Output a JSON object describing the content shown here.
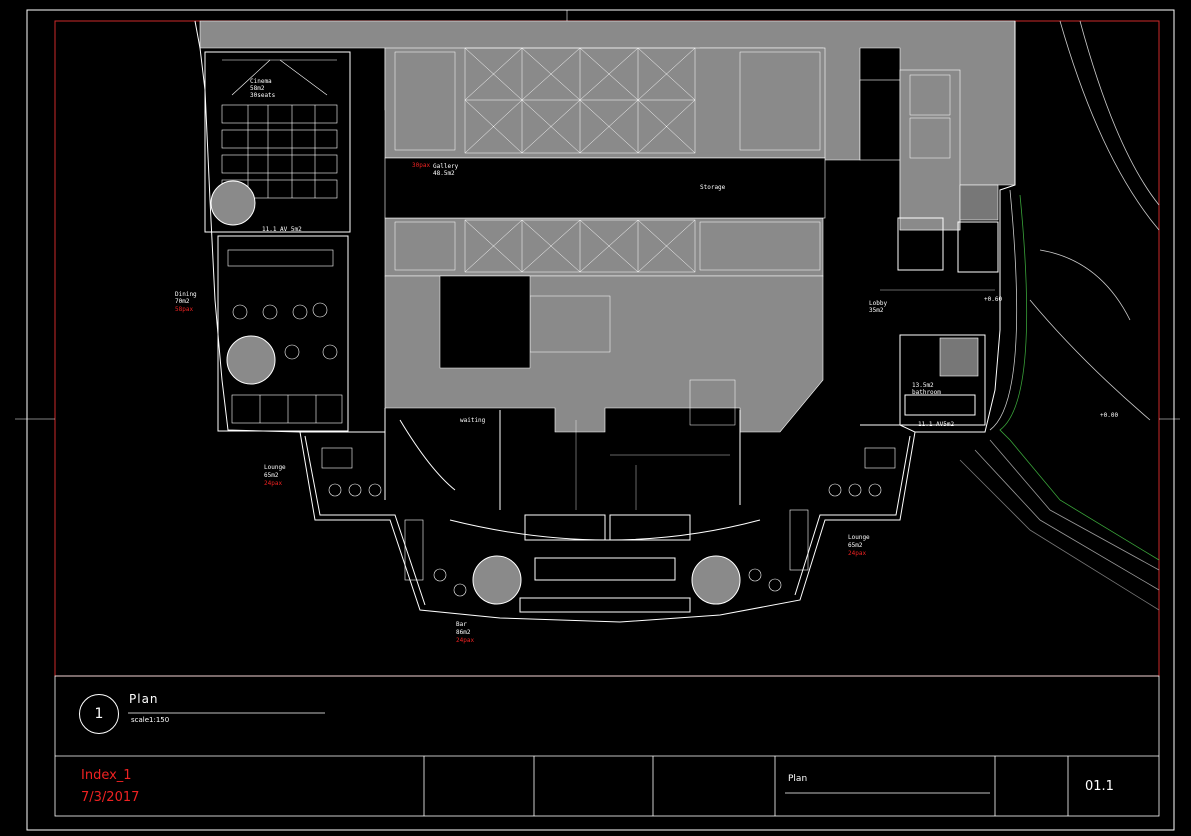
{
  "rooms": {
    "cinema": {
      "name": "Cinema",
      "area": "58m2",
      "seats": "30seats"
    },
    "av_room": "11.1 AV 5m2",
    "gallery": {
      "name": "Gallery",
      "area": "48.5m2",
      "pax": "30pax"
    },
    "storage": "Storage",
    "dining": {
      "name": "Dining",
      "area": "70m2",
      "pax": "58pax"
    },
    "lobby": {
      "name": "Lobby",
      "area": "35m2"
    },
    "lounge_left": {
      "name": "Lounge",
      "area": "65m2",
      "pax": "24pax"
    },
    "lounge_right": {
      "name": "Lounge",
      "area": "65m2",
      "pax": "24pax"
    },
    "bar": {
      "name": "Bar",
      "area": "86m2",
      "pax": "24pax"
    },
    "bathroom": {
      "name": "13.5m2",
      "sub": "bathroom"
    },
    "av_right": "11.1 AV5m2",
    "waiting": "waiting",
    "level_mark": "+0.60",
    "level_mark_2": "+0.00"
  },
  "title_block": {
    "circle_number": "1",
    "plan_title": "Plan",
    "scale": "scale1:150",
    "index": "Index_1",
    "date": "7/3/2017",
    "drawing_name": "Plan",
    "sheet_number": "01.1"
  },
  "colors": {
    "background": "#000000",
    "border_red": "#cc2a2a",
    "walls": "#ffffff",
    "fill_grey": "#8a8a8a",
    "landscape_green": "#3aa53a"
  }
}
